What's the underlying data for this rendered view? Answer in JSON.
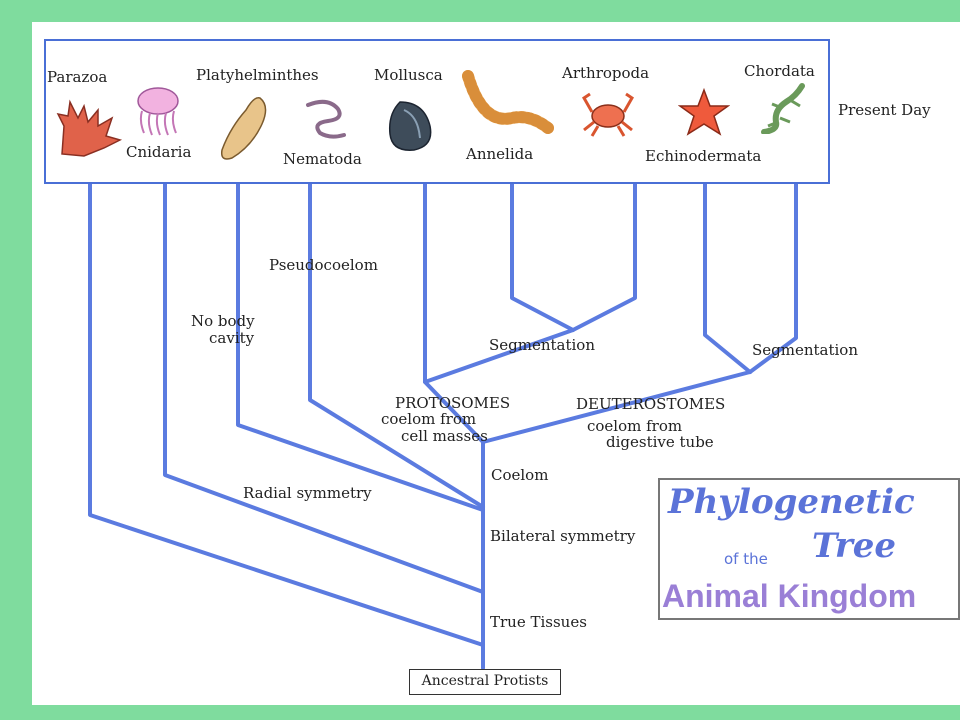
{
  "present_day_label": "Present Day",
  "phyla": {
    "parazoa": "Parazoa",
    "cnidaria": "Cnidaria",
    "platyhelminthes": "Platyhelminthes",
    "nematoda": "Nematoda",
    "mollusca": "Mollusca",
    "annelida": "Annelida",
    "arthropoda": "Arthropoda",
    "echinodermata": "Echinodermata",
    "chordata": "Chordata"
  },
  "branch_labels": {
    "pseudocoelom": "Pseudocoelom",
    "no_body_cavity_1": "No body",
    "no_body_cavity_2": "cavity",
    "segmentation_protostome": "Segmentation",
    "segmentation_deuterostome": "Segmentation",
    "protostomes": "PROTOSOMES",
    "protostomes_note_1": "coelom from",
    "protostomes_note_2": "cell masses",
    "deuterostomes": "DEUTEROSTOMES",
    "deuterostomes_note_1": "coelom from",
    "deuterostomes_note_2": "digestive tube",
    "coelom": "Coelom",
    "radial_symmetry": "Radial symmetry",
    "bilateral_symmetry": "Bilateral symmetry",
    "true_tissues": "True Tissues"
  },
  "root_label": "Ancestral Protists",
  "title": {
    "line1": "Phylogenetic",
    "line2": "of the",
    "line3": "Tree",
    "line4": "Animal Kingdom"
  },
  "colors": {
    "branch": "#5b7be0",
    "background": "#7fdc9e"
  }
}
